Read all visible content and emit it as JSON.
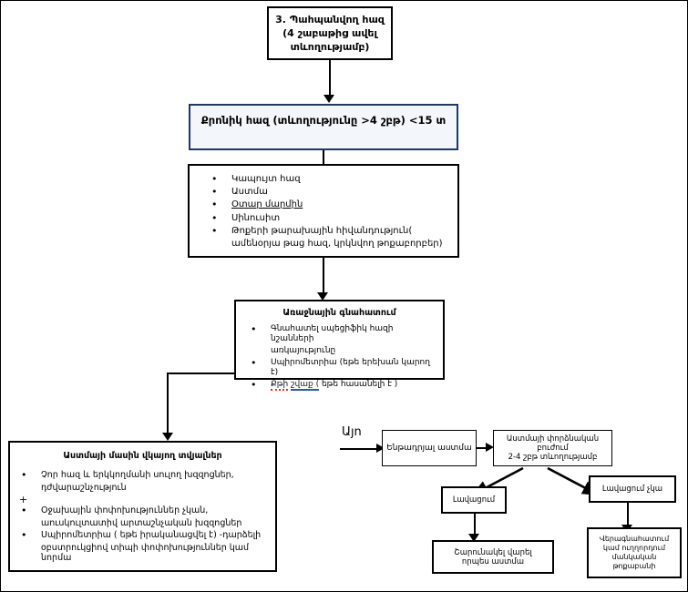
{
  "flowchart": {
    "title_box": {
      "line1": "3. Պահպանվող հազ",
      "line2": "(4 շաբաթից ավել",
      "line3": "տևողությամբ)"
    },
    "chronic_box": {
      "text": "Քրոնիկ հազ (տևողությունը >4 շբթ) <15 տ"
    },
    "differential_box": {
      "items": [
        "Կապույտ հազ",
        "Աստմա",
        "Օտար մարմին",
        "Սինուսիտ",
        "Թոքերի թարախային հիվանդություն(",
        "ամենօրյա թաց հազ, կրկնվող թոքաբորբեր)"
      ]
    },
    "initial_assessment": {
      "title": "Առաջնային գնահատում",
      "items": [
        "Գնահատել սպեցիֆիկ հազի նշանների",
        "առկայությունը",
        "Սպիրոմետրիա (եթե երեխան կարող է)",
        "Քթի շվաք ( եթե հասանելի է )"
      ],
      "spell_red": "Քթի",
      "spell_blue": "շվաք ("
    },
    "asthma_evidence": {
      "title": "Աստմայի մասին վկայող տվյալներ",
      "items": [
        "Չոր հազ և երկկողմանի սուլող խզզոցներ,",
        "դժվարաշնչություն",
        "Օջախային փոփոխություններ չկան,",
        "աուսկուլտատիվ արտաշնչական խզզոցներ",
        "Սպիրոմետրիա ( եթե իրականացվել է) -դարձելի",
        "օբստրուկցիով տիպի փոփոխություններ կամ նորմա"
      ]
    },
    "yes_label": "Այո",
    "suspected_asthma": {
      "text": "Ենթադրյալ աստմա"
    },
    "trial_treatment": {
      "line1": "Աստմայի փորձնական բուժում",
      "line2": "2-4 շբթ տևողությամբ"
    },
    "improvement": {
      "text": "Լավացում"
    },
    "no_improvement": {
      "text": "Լավացում չկա"
    },
    "continue_asthma": {
      "line1": "Շարունակել վարել",
      "line2": "որպես աստմա"
    },
    "reassess": {
      "line1": "Վերագնահատում",
      "line2": "կամ ուղղորդում",
      "line3": "մանկական",
      "line4": "թոքաբանի"
    }
  },
  "colors": {
    "navy_border": "#1F3864",
    "navy_fill": "#F3F6FB",
    "line": "#000000",
    "spell_red": "#E03030",
    "spell_blue": "#2C5AA0"
  }
}
